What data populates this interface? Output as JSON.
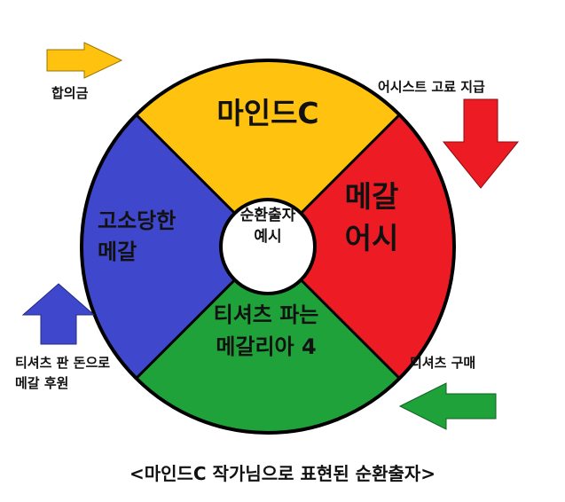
{
  "colors": {
    "yellow": "#FFC20E",
    "red": "#ED1C24",
    "green": "#1FA23A",
    "blue": "#3F48CC",
    "outline": "#000000",
    "center": "#FFFFFF"
  },
  "segments": {
    "top": "마인드C",
    "right": [
      "메갈",
      "어시"
    ],
    "bottom": [
      "티셔츠 파는",
      "메갈리아 4"
    ],
    "left": [
      "고소당한",
      "메갈"
    ]
  },
  "center": [
    "순환출자",
    "예시"
  ],
  "labels": {
    "top_left": "합의금",
    "top_right": "어시스트 고료 지급",
    "bottom_left": [
      "티셔츠 판 돈으로",
      "메갈 후원"
    ],
    "bottom_right": "티셔츠 구매"
  },
  "icons": {
    "top_left": "arrow-right-yellow-icon",
    "top_right": "arrow-down-red-icon",
    "bottom_left": "arrow-up-blue-icon",
    "bottom_right": "arrow-left-green-icon"
  },
  "caption": "<마인드C 작가님으로 표현된 순환출자>"
}
